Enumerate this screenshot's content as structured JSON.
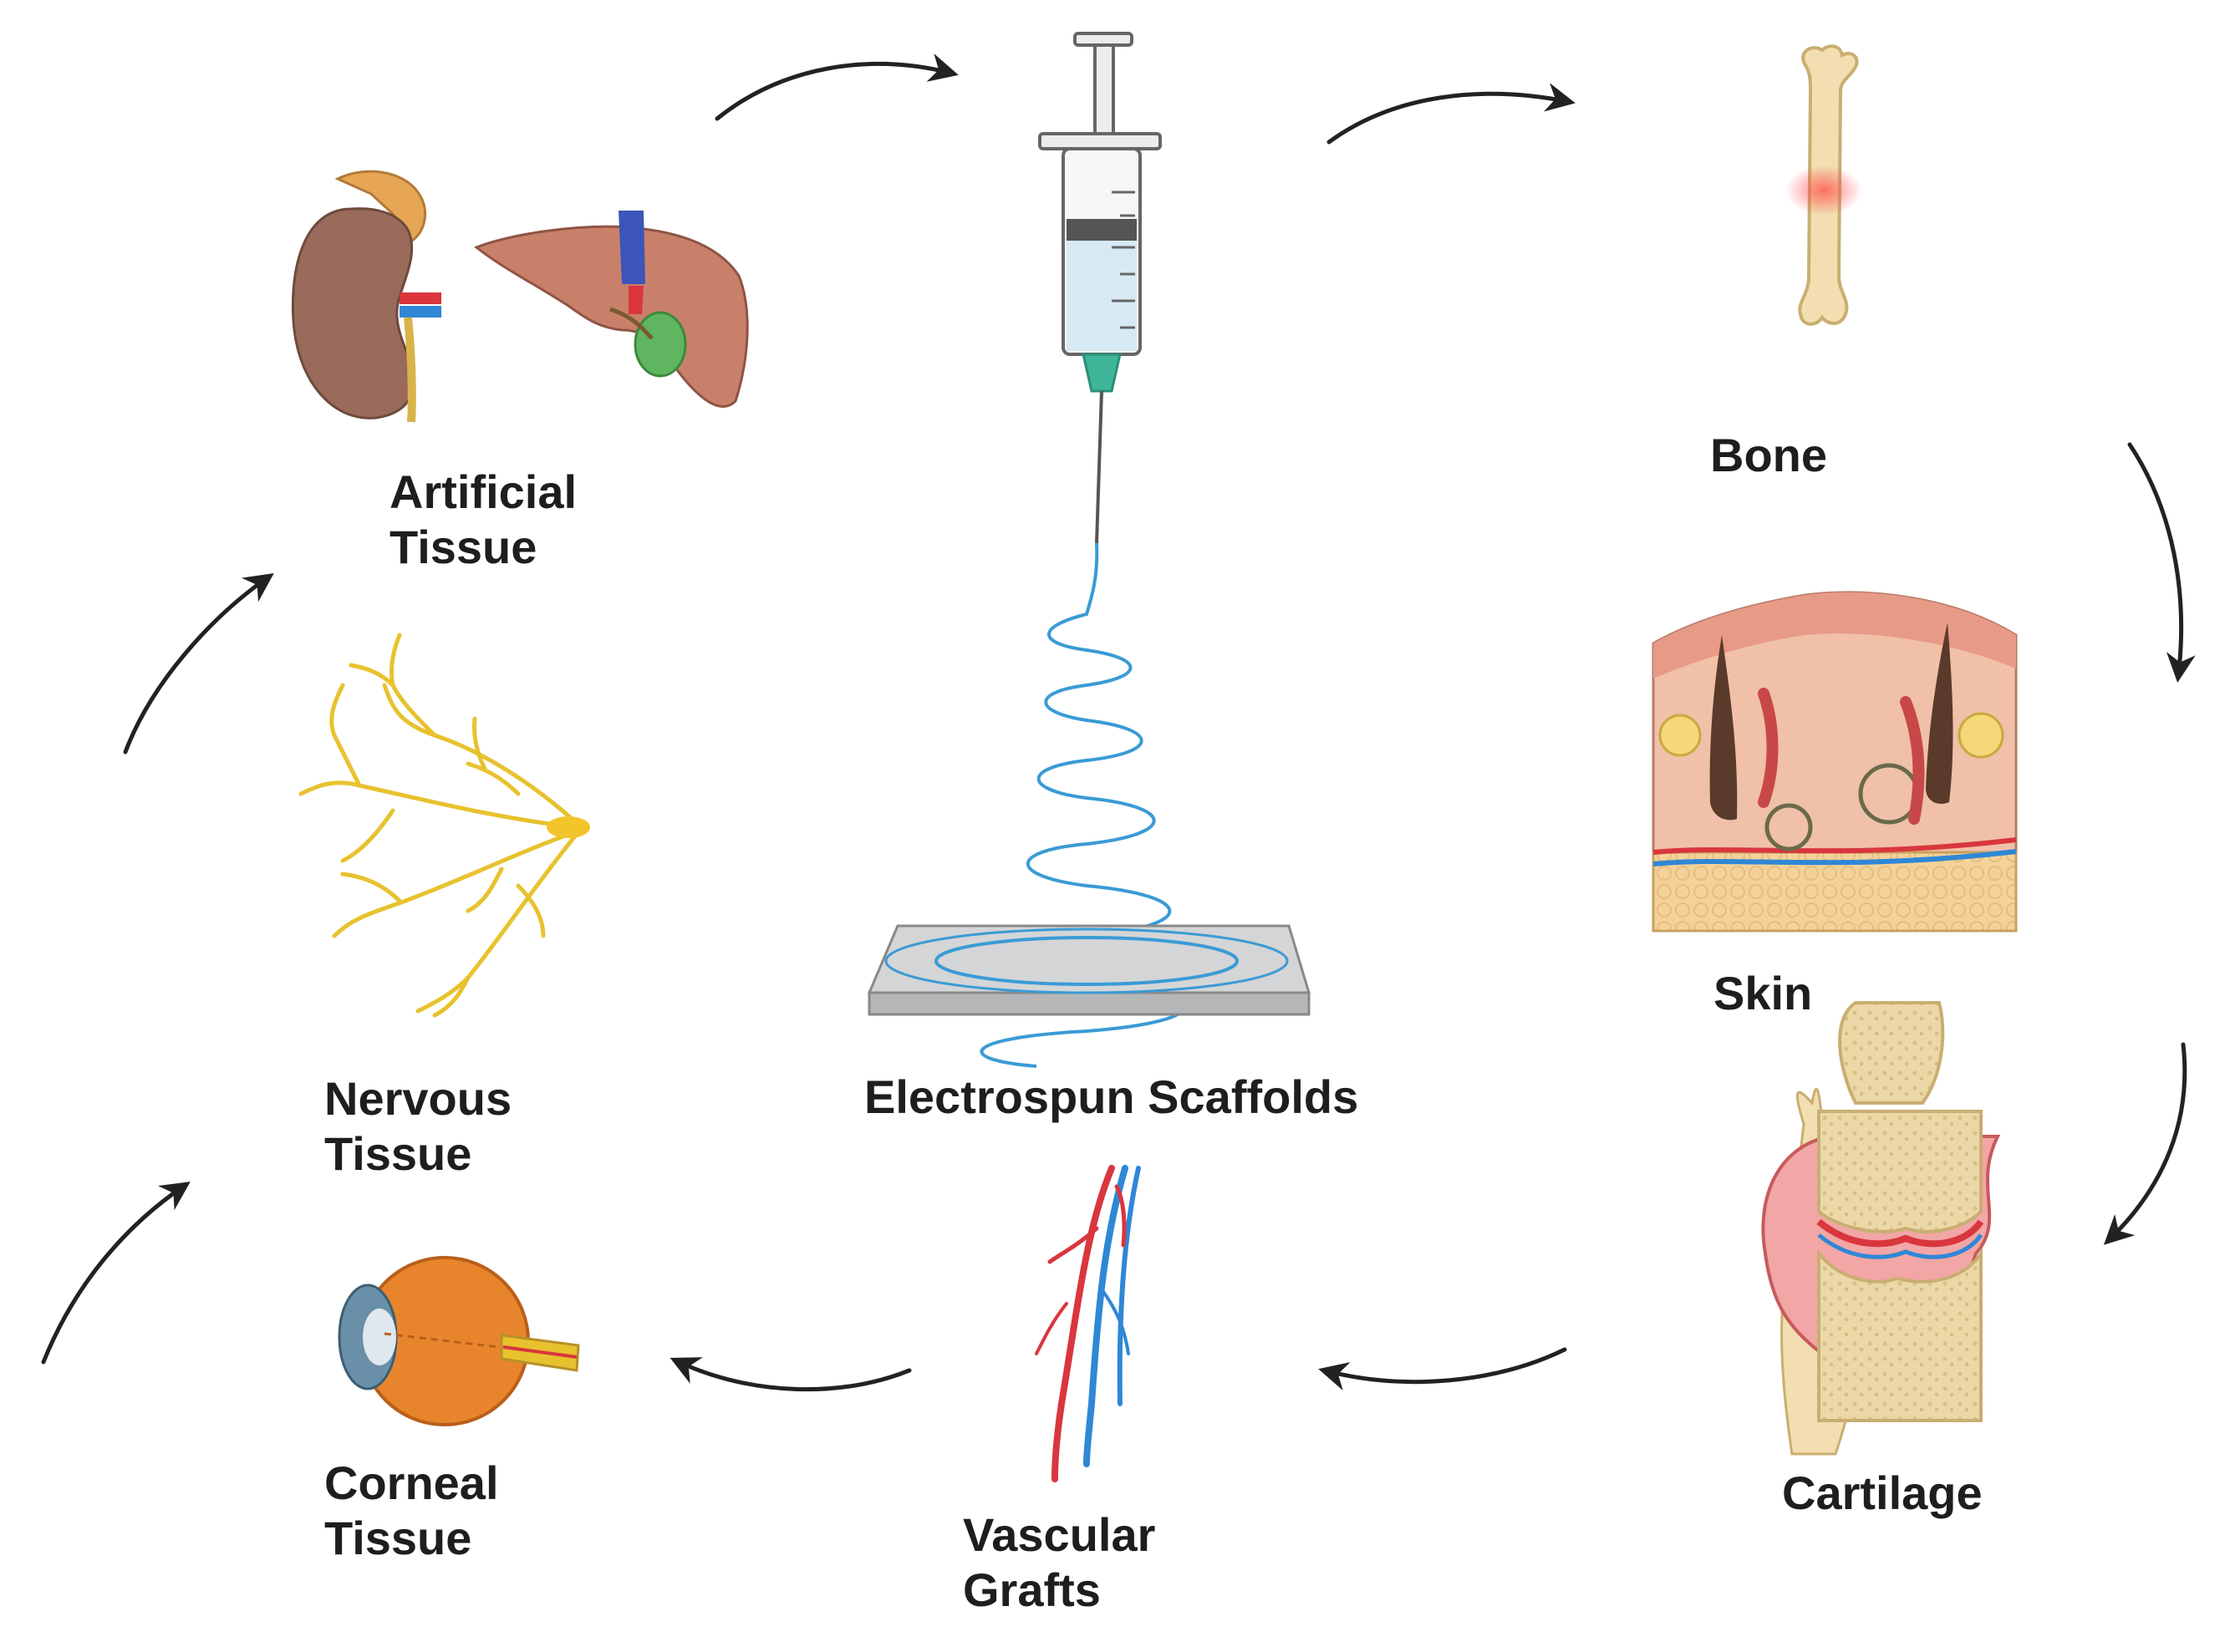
{
  "center": {
    "label": "Electrospun Scaffolds"
  },
  "nodes": [
    {
      "id": "bone",
      "lines": [
        "Bone"
      ]
    },
    {
      "id": "skin",
      "lines": [
        "Skin"
      ]
    },
    {
      "id": "cartilage",
      "lines": [
        "Cartilage"
      ]
    },
    {
      "id": "vascular",
      "lines": [
        "Vascular",
        "Grafts"
      ]
    },
    {
      "id": "corneal",
      "lines": [
        "Corneal",
        "Tissue"
      ]
    },
    {
      "id": "nervous",
      "lines": [
        "Nervous",
        "Tissue"
      ]
    },
    {
      "id": "artificial",
      "lines": [
        "Artificial",
        "Tissue"
      ]
    }
  ],
  "colors": {
    "text": "#1e1e1e",
    "arrow": "#222222",
    "fiber": "#3a9bd5",
    "collector": "#c8c9cb",
    "organ_brown": "#9a6a5a",
    "liver": "#c9806a",
    "bone": "#f2deb0",
    "skin_top": "#e79a86",
    "nerve": "#e8c22e",
    "artery": "#d9363e",
    "vein": "#2f87d6",
    "eye_orange": "#e8852c"
  }
}
